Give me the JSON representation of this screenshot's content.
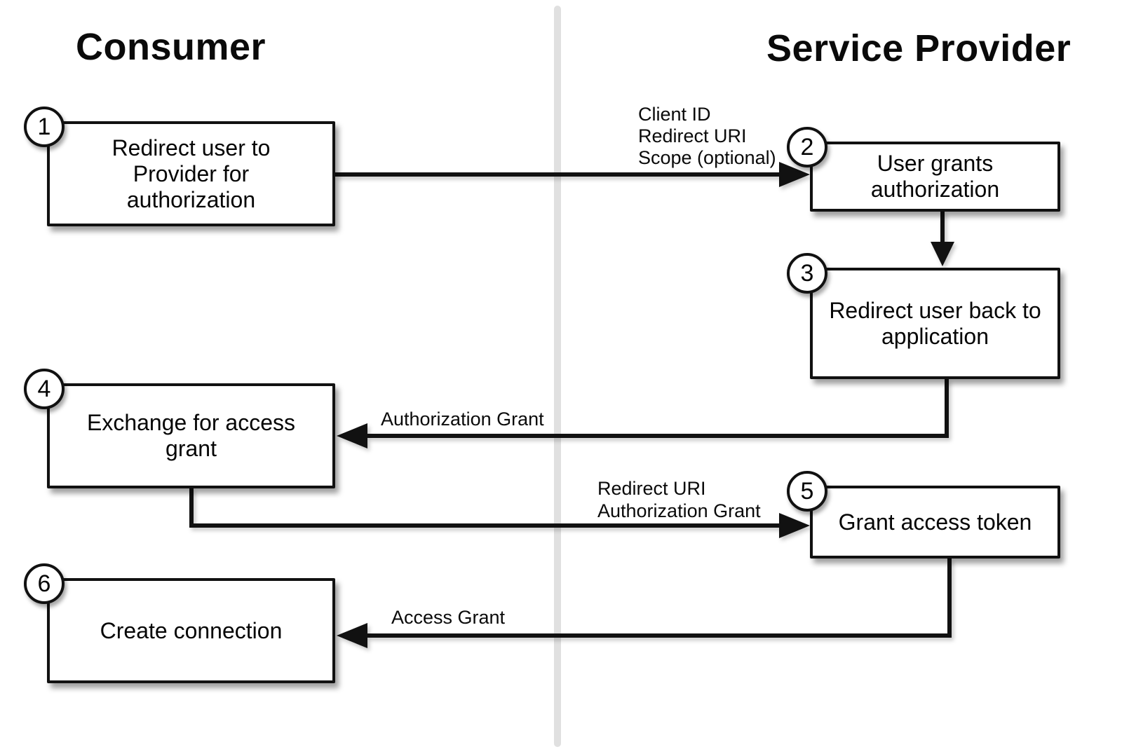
{
  "diagram": {
    "title_left": "Consumer",
    "title_right": "Service Provider",
    "steps": [
      {
        "number": "1",
        "label": "Redirect user to Provider for authorization"
      },
      {
        "number": "2",
        "label": "User grants authorization"
      },
      {
        "number": "3",
        "label": "Redirect user back to application"
      },
      {
        "number": "4",
        "label": "Exchange for access grant"
      },
      {
        "number": "5",
        "label": "Grant access token"
      },
      {
        "number": "6",
        "label": "Create connection"
      }
    ],
    "edge_labels": {
      "authorization_request": [
        "Client ID",
        "Redirect URI",
        "Scope (optional)"
      ],
      "authorization_grant": [
        "Authorization Grant"
      ],
      "token_request": [
        "Redirect URI",
        "Authorization Grant"
      ],
      "access_grant": [
        "Access Grant"
      ]
    },
    "colors": {
      "line": "#111111",
      "box_background": "#ffffff",
      "divider": "#e0e0e0",
      "text": "#000000"
    }
  }
}
